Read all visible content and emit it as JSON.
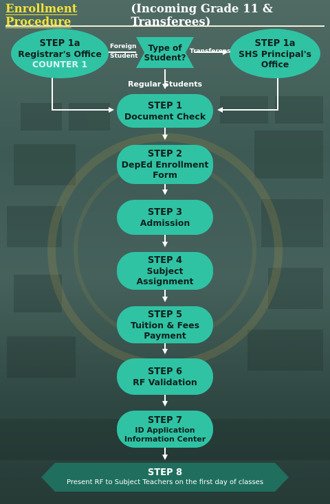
{
  "title": {
    "part1": "Enrollment Procedure",
    "part2": "(Incoming Grade 11 & Transferees)"
  },
  "decision": {
    "line1": "Type of",
    "line2": "Student?"
  },
  "branches": {
    "left_label_line1": "Foreign",
    "left_label_line2": "Student",
    "right_label": "Transferees",
    "down_label": "Regular Students"
  },
  "step1a_left": {
    "step": "STEP 1a",
    "line1": "Registrar's Office",
    "line2": "COUNTER 1"
  },
  "step1a_right": {
    "step": "STEP 1a",
    "line1": "SHS Principal's",
    "line2": "Office"
  },
  "steps": [
    {
      "step": "STEP 1",
      "line1": "Document Check",
      "line2": ""
    },
    {
      "step": "STEP 2",
      "line1": "DepEd Enrollment",
      "line2": "Form"
    },
    {
      "step": "STEP 3",
      "line1": "Admission",
      "line2": ""
    },
    {
      "step": "STEP 4",
      "line1": "Subject",
      "line2": "Assignment"
    },
    {
      "step": "STEP 5",
      "line1": "Tuition & Fees",
      "line2": "Payment"
    },
    {
      "step": "STEP 6",
      "line1": "RF Validation",
      "line2": ""
    },
    {
      "step": "STEP 7",
      "line1": "ID Application",
      "line2": "Information Center"
    },
    {
      "step": "STEP 8",
      "line1": "Present RF to Subject Teachers on the first day of classes",
      "line2": ""
    }
  ],
  "colors": {
    "node_fill": "#2fc3a4",
    "title_yellow": "#f3e23a",
    "banner_fill": "#1f6e5e",
    "arrow": "#ffffff"
  }
}
